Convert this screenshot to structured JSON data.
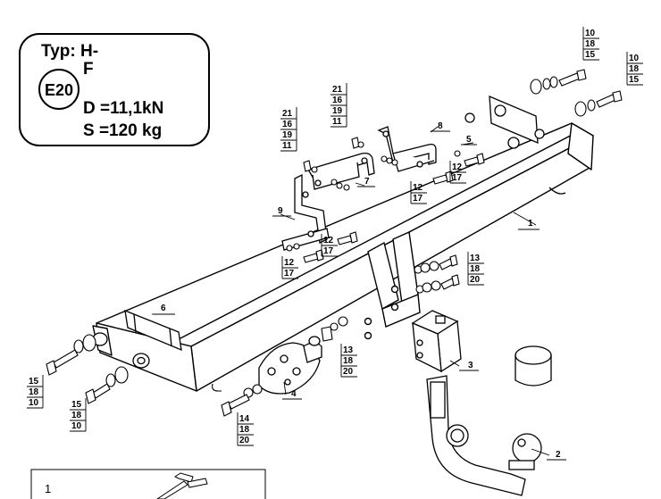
{
  "type_plate": {
    "typ": "Typ: H-",
    "line_f": "F",
    "line_code": "",
    "approval_mark": "E20",
    "d_value": "D =11,1kN",
    "s_value": "S =120 kg"
  },
  "callouts": {
    "c1": "1",
    "c2": "2",
    "c3": "3",
    "c4": "4",
    "c5": "5",
    "c6": "6",
    "c7": "7",
    "c8": "8",
    "c9": "9"
  },
  "stacks": {
    "s_tr1": [
      "10",
      "18",
      "15"
    ],
    "s_tr2": [
      "10",
      "18",
      "15"
    ],
    "s_bl7": [
      "21",
      "16",
      "19",
      "11"
    ],
    "s_bl8": [
      "21",
      "16",
      "19",
      "11"
    ],
    "s_b12a": [
      "12",
      "17"
    ],
    "s_b12b": [
      "12",
      "17"
    ],
    "s_b12c": [
      "12",
      "17"
    ],
    "s_b12d": [
      "12",
      "17"
    ],
    "s_b13a": [
      "13",
      "18",
      "20"
    ],
    "s_b13b": [
      "13",
      "18",
      "20"
    ],
    "s_b15a": [
      "15",
      "18",
      "10"
    ],
    "s_b15b": [
      "15",
      "18",
      "10"
    ],
    "s_b14": [
      "14",
      "18",
      "20"
    ]
  },
  "inset": {
    "label": "1"
  }
}
